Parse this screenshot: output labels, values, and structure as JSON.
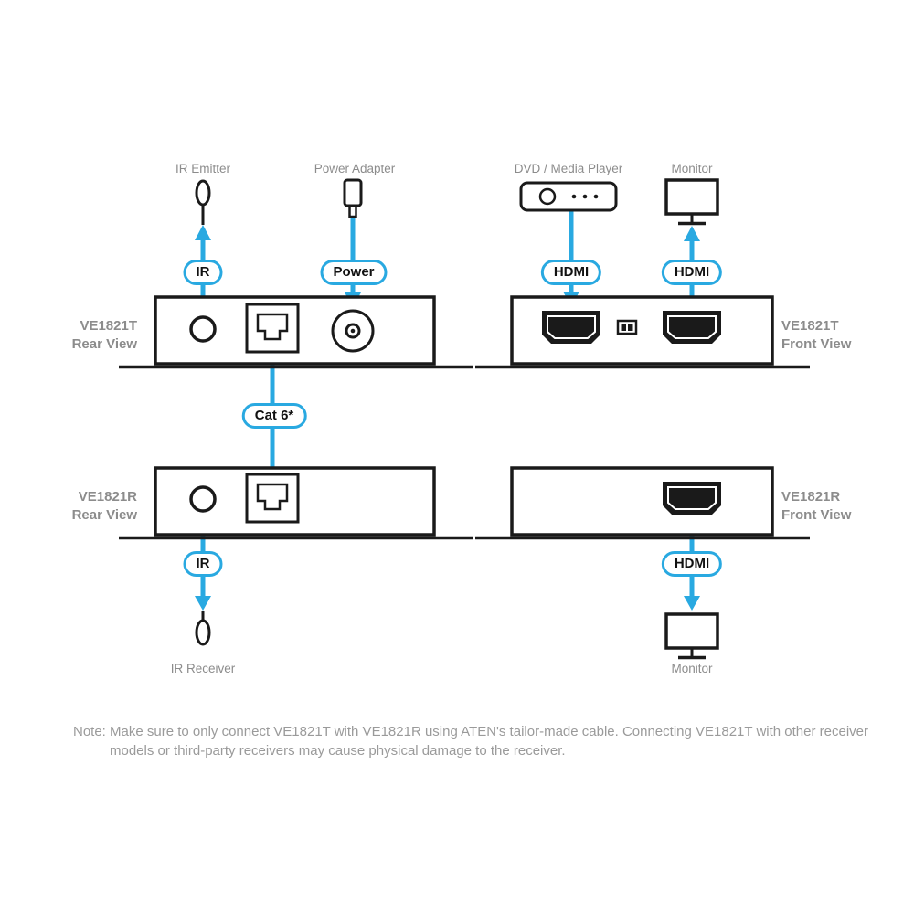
{
  "devices": {
    "t_rear": {
      "model": "VE1821T",
      "view": "Rear View"
    },
    "t_front": {
      "model": "VE1821T",
      "view": "Front View"
    },
    "r_rear": {
      "model": "VE1821R",
      "view": "Rear View"
    },
    "r_front": {
      "model": "VE1821R",
      "view": "Front View"
    }
  },
  "peripherals": {
    "ir_emitter": "IR Emitter",
    "power_adapter": "Power Adapter",
    "dvd_media_player": "DVD / Media Player",
    "monitor_top": "Monitor",
    "ir_receiver": "IR Receiver",
    "monitor_bottom": "Monitor"
  },
  "pills": {
    "ir_top": "IR",
    "power": "Power",
    "hdmi_in": "HDMI",
    "hdmi_out_top": "HDMI",
    "cat6": "Cat 6*",
    "ir_bottom": "IR",
    "hdmi_bottom": "HDMI"
  },
  "note": {
    "line1": "Note: Make sure to only connect VE1821T with VE1821R using ATEN's tailor-made cable. Connecting VE1821T with other receiver",
    "line2": "models or third-party receivers may cause physical damage to the receiver."
  },
  "colors": {
    "accent_blue": "#29A9E1",
    "outline_dark": "#1A1A1A",
    "label_gray": "#8C8C8C"
  }
}
